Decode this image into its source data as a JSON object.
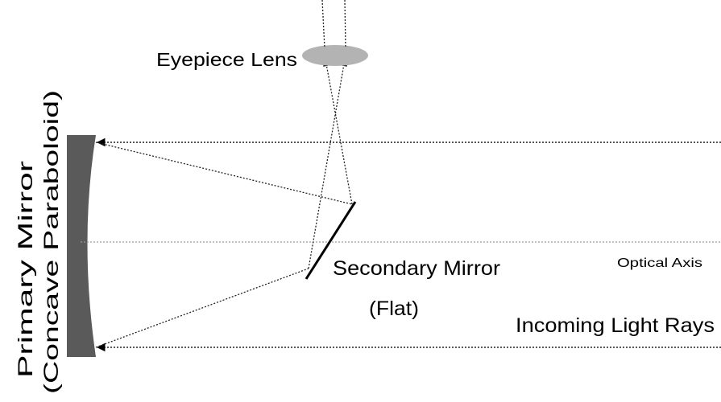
{
  "labels": {
    "eyepiece": "Eyepiece Lens",
    "primary_line1": "Primary Mirror",
    "primary_line2": "(Concave Paraboloid)",
    "secondary_line1": "Secondary Mirror",
    "secondary_line2": "(Flat)",
    "optical_axis": "Optical Axis",
    "incoming": "Incoming Light Rays"
  },
  "colors": {
    "mirror": "#5a5a5a",
    "lens": "#b3b3b3",
    "ray": "#222222",
    "axis": "#9a9a9a"
  }
}
